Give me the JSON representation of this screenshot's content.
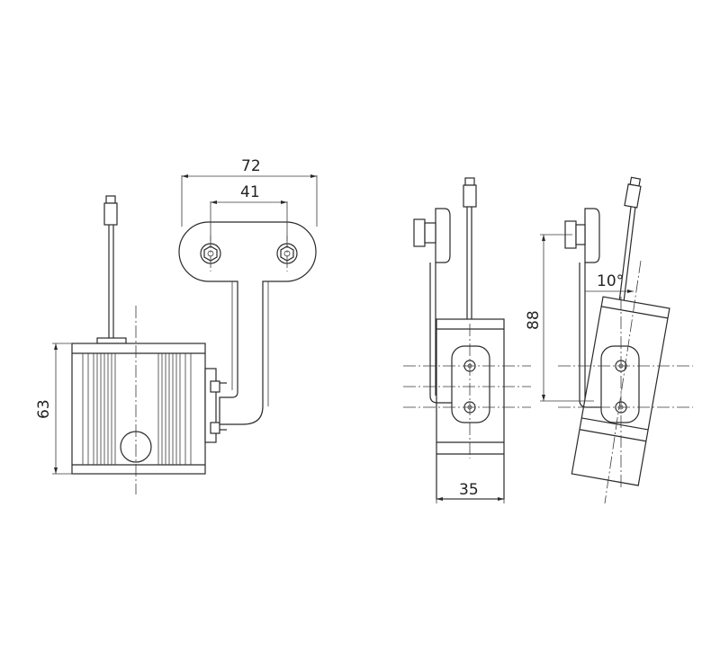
{
  "dimensions": {
    "mount_width": "72",
    "hole_spacing": "41",
    "body_height": "63",
    "body_width": "35",
    "arm_length": "88",
    "tilt_angle": "10°"
  },
  "colors": {
    "line": "#2a2a2a",
    "background": "#ffffff"
  }
}
